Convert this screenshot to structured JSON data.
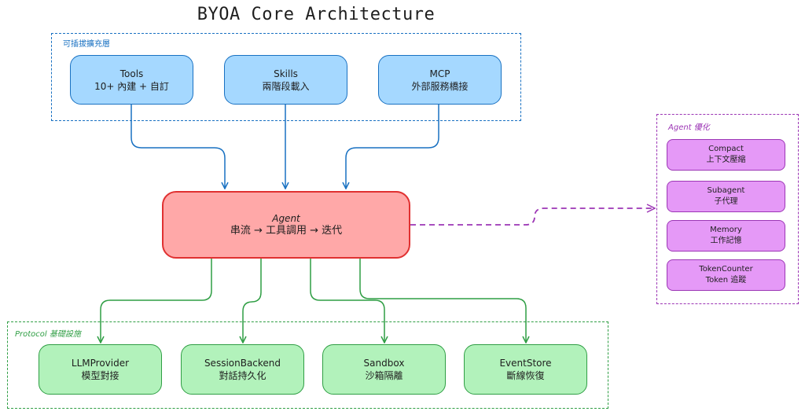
{
  "title": "BYOA Core Architecture",
  "groups": {
    "plugin": "可插拔擴充層",
    "optimization": "Agent 優化",
    "protocol": "Protocol 基礎設施"
  },
  "plugins": [
    {
      "title": "Tools",
      "subtitle": "10+ 內建 + 自訂"
    },
    {
      "title": "Skills",
      "subtitle": "兩階段載入"
    },
    {
      "title": "MCP",
      "subtitle": "外部服務橋接"
    }
  ],
  "agent": {
    "title": "Agent",
    "subtitle": "串流 → 工具調用 → 迭代"
  },
  "optimizations": [
    {
      "title": "Compact",
      "subtitle": "上下文壓縮"
    },
    {
      "title": "Subagent",
      "subtitle": "子代理"
    },
    {
      "title": "Memory",
      "subtitle": "工作記憶"
    },
    {
      "title": "TokenCounter",
      "subtitle": "Token 追蹤"
    }
  ],
  "protocols": [
    {
      "title": "LLMProvider",
      "subtitle": "模型對接"
    },
    {
      "title": "SessionBackend",
      "subtitle": "對話持久化"
    },
    {
      "title": "Sandbox",
      "subtitle": "沙箱隔離"
    },
    {
      "title": "EventStore",
      "subtitle": "斷線恢復"
    }
  ],
  "colors": {
    "plugin_fill": "#a5d8ff",
    "plugin_stroke": "#1971c2",
    "agent_fill": "#ffa8a8",
    "agent_stroke": "#e03131",
    "opt_fill": "#e599f7",
    "opt_stroke": "#9c36b5",
    "proto_fill": "#b2f2bb",
    "proto_stroke": "#2f9e44"
  }
}
